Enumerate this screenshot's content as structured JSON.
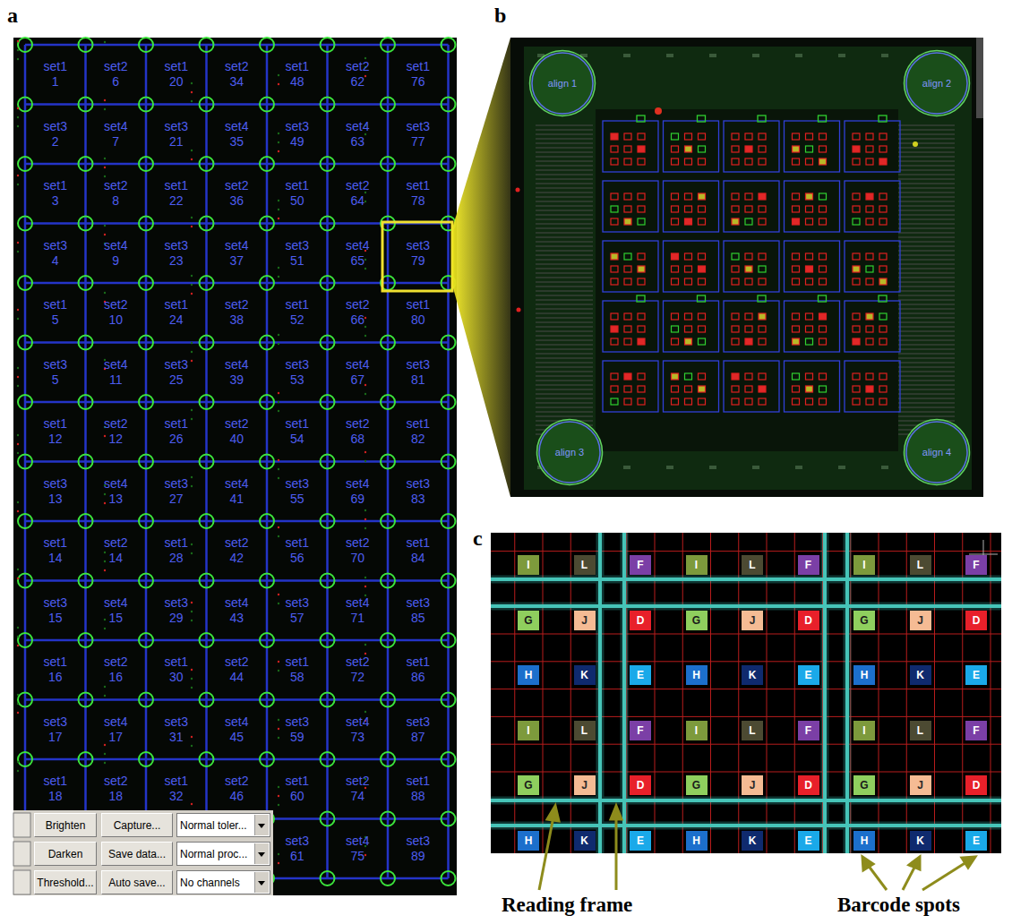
{
  "diagram": {
    "nodes": [
      {
        "text": [
          "set1 1"
        ]
      },
      {
        "text": [
          "set2 6"
        ]
      },
      {
        "text": [
          "set1 20"
        ]
      },
      {
        "text": [
          "set2 34"
        ]
      },
      {
        "text": [
          "set1 48"
        ]
      },
      {
        "text": [
          "set2 62"
        ]
      },
      {
        "text": [
          "set1 76"
        ]
      },
      {
        "text": [
          "set3 2"
        ]
      },
      {
        "text": [
          "set4 7"
        ]
      },
      {
        "text": [
          "set3 21"
        ]
      },
      {
        "text": [
          "set4 35"
        ]
      },
      {
        "text": [
          "set3 49"
        ]
      },
      {
        "text": [
          "set4 63"
        ]
      },
      {
        "text": [
          "set3 77"
        ]
      },
      {
        "text": [
          "set1 3"
        ]
      },
      {
        "text": [
          "set2 8"
        ]
      },
      {
        "text": [
          "set1 22"
        ]
      },
      {
        "text": [
          "set2 36"
        ]
      },
      {
        "text": [
          "set1 50"
        ]
      },
      {
        "text": [
          "set2 64"
        ]
      },
      {
        "text": [
          "set1 78"
        ]
      },
      {
        "text": [
          "set3 4"
        ]
      },
      {
        "text": [
          "set4 9"
        ]
      },
      {
        "text": [
          "set3 23"
        ]
      },
      {
        "text": [
          "set4 37"
        ]
      },
      {
        "text": [
          "set3 51"
        ]
      },
      {
        "text": [
          "set4 65"
        ]
      },
      {
        "text": [
          "set3 79"
        ]
      },
      {
        "text": [
          "set1 5"
        ]
      },
      {
        "text": [
          "set2 10"
        ]
      },
      {
        "text": [
          "set1 24"
        ]
      },
      {
        "text": [
          "set2 38"
        ]
      },
      {
        "text": [
          "set1 52"
        ]
      },
      {
        "text": [
          "set2 66"
        ]
      },
      {
        "text": [
          "set1 80"
        ]
      },
      {
        "text": [
          "set3 5"
        ]
      },
      {
        "text": [
          "set4 11"
        ]
      },
      {
        "text": [
          "set3 25"
        ]
      },
      {
        "text": [
          "set4 39"
        ]
      },
      {
        "text": [
          "set3 53"
        ]
      },
      {
        "text": [
          "set4 67"
        ]
      },
      {
        "text": [
          "set3 81"
        ]
      },
      {
        "text": [
          "set1 12"
        ]
      },
      {
        "text": [
          "set2 12"
        ]
      },
      {
        "text": [
          "set1 26"
        ]
      },
      {
        "text": [
          "set2 40"
        ]
      },
      {
        "text": [
          "set1 54"
        ]
      },
      {
        "text": [
          "set2 68"
        ]
      },
      {
        "text": [
          "set1 82"
        ]
      },
      {
        "text": [
          "set3 13"
        ]
      },
      {
        "text": [
          "set4 13"
        ]
      },
      {
        "text": [
          "set3 27"
        ]
      },
      {
        "text": [
          "set4 41"
        ]
      },
      {
        "text": [
          "set3 55"
        ]
      },
      {
        "text": [
          "set4 69"
        ]
      },
      {
        "text": [
          "set3 83"
        ]
      },
      {
        "text": [
          "set1 14"
        ]
      },
      {
        "text": [
          "set2 14"
        ]
      },
      {
        "text": [
          "set1 28"
        ]
      },
      {
        "text": [
          "set2 42"
        ]
      },
      {
        "text": [
          "set1 56"
        ]
      },
      {
        "text": [
          "set2 70"
        ]
      },
      {
        "text": [
          "set1 84"
        ]
      },
      {
        "text": [
          "set3 15"
        ]
      },
      {
        "text": [
          "set4 15"
        ]
      },
      {
        "text": [
          "set3 29"
        ]
      },
      {
        "text": [
          "set4 43"
        ]
      },
      {
        "text": [
          "set3 57"
        ]
      },
      {
        "text": [
          "set4 71"
        ]
      },
      {
        "text": [
          "set3 85"
        ]
      },
      {
        "text": [
          "set1 16"
        ]
      },
      {
        "text": [
          "set2 16"
        ]
      },
      {
        "text": [
          "set1 30"
        ]
      },
      {
        "text": [
          "set2 44"
        ]
      },
      {
        "text": [
          "set1 58"
        ]
      },
      {
        "text": [
          "set2 72"
        ]
      },
      {
        "text": [
          "set1 86"
        ]
      },
      {
        "text": [
          "set3 17"
        ]
      },
      {
        "text": [
          "set4 17"
        ]
      },
      {
        "text": [
          "set3 31"
        ]
      },
      {
        "text": [
          "set4 45"
        ]
      },
      {
        "text": [
          "set3 59"
        ]
      },
      {
        "text": [
          "set4 73"
        ]
      },
      {
        "text": [
          "set3 87"
        ]
      },
      {
        "text": [
          "set1 18"
        ]
      },
      {
        "text": [
          "set2 18"
        ]
      },
      {
        "text": [
          "set1 32"
        ]
      },
      {
        "text": [
          "set2 46"
        ]
      },
      {
        "text": [
          "set1 60"
        ]
      },
      {
        "text": [
          "set2 74"
        ]
      },
      {
        "text": [
          "set1 88"
        ]
      },
      {
        "text": [
          "set3 61"
        ]
      },
      {
        "text": [
          "set4 75"
        ]
      },
      {
        "text": [
          "set3 89"
        ]
      },
      {
        "text": [
          "Brighten"
        ]
      },
      {
        "text": [
          "Capture..."
        ]
      },
      {
        "text": [
          "Normal toler..."
        ]
      },
      {
        "text": [
          "Darken"
        ]
      },
      {
        "text": [
          "Save data..."
        ]
      },
      {
        "text": [
          "Normal proc..."
        ]
      },
      {
        "text": [
          "Threshold..."
        ]
      },
      {
        "text": [
          "Auto save..."
        ]
      },
      {
        "text": [
          "No channels"
        ]
      },
      {
        "text": [
          "align 1"
        ]
      },
      {
        "text": [
          "align 2"
        ]
      },
      {
        "text": [
          "align 3"
        ]
      },
      {
        "text": [
          "align 4"
        ]
      },
      {
        "text": [
          "I"
        ]
      },
      {
        "text": [
          "L"
        ]
      },
      {
        "text": [
          "F"
        ]
      },
      {
        "text": [
          "I"
        ]
      },
      {
        "text": [
          "L"
        ]
      },
      {
        "text": [
          "F"
        ]
      },
      {
        "text": [
          "I"
        ]
      },
      {
        "text": [
          "L"
        ]
      },
      {
        "text": [
          "F"
        ]
      },
      {
        "text": [
          "G"
        ]
      },
      {
        "text": [
          "J"
        ]
      },
      {
        "text": [
          "D"
        ]
      },
      {
        "text": [
          "G"
        ]
      },
      {
        "text": [
          "J"
        ]
      },
      {
        "text": [
          "D"
        ]
      },
      {
        "text": [
          "G"
        ]
      },
      {
        "text": [
          "J"
        ]
      },
      {
        "text": [
          "D"
        ]
      },
      {
        "text": [
          "H"
        ]
      },
      {
        "text": [
          "K"
        ]
      },
      {
        "text": [
          "E"
        ]
      },
      {
        "text": [
          "H"
        ]
      },
      {
        "text": [
          "K"
        ]
      },
      {
        "text": [
          "E"
        ]
      },
      {
        "text": [
          "H"
        ]
      },
      {
        "text": [
          "K"
        ]
      },
      {
        "text": [
          "E"
        ]
      },
      {
        "text": [
          "I"
        ]
      },
      {
        "text": [
          "L"
        ]
      },
      {
        "text": [
          "F"
        ]
      },
      {
        "text": [
          "I"
        ]
      },
      {
        "text": [
          "L"
        ]
      },
      {
        "text": [
          "F"
        ]
      },
      {
        "text": [
          "I"
        ]
      },
      {
        "text": [
          "L"
        ]
      },
      {
        "text": [
          "F"
        ]
      },
      {
        "text": [
          "G"
        ]
      },
      {
        "text": [
          "J"
        ]
      },
      {
        "text": [
          "D"
        ]
      },
      {
        "text": [
          "G"
        ]
      },
      {
        "text": [
          "J"
        ]
      },
      {
        "text": [
          "D"
        ]
      },
      {
        "text": [
          "G"
        ]
      },
      {
        "text": [
          "J"
        ]
      },
      {
        "text": [
          "D"
        ]
      },
      {
        "text": [
          "H"
        ]
      },
      {
        "text": [
          "K"
        ]
      },
      {
        "text": [
          "E"
        ]
      },
      {
        "text": [
          "H"
        ]
      },
      {
        "text": [
          "K"
        ]
      },
      {
        "text": [
          "E"
        ]
      },
      {
        "text": [
          "H"
        ]
      },
      {
        "text": [
          "K"
        ]
      },
      {
        "text": [
          "E"
        ]
      }
    ],
    "labels": [
      "a",
      "b",
      "c",
      "Reading frame",
      "Barcode spots"
    ]
  }
}
